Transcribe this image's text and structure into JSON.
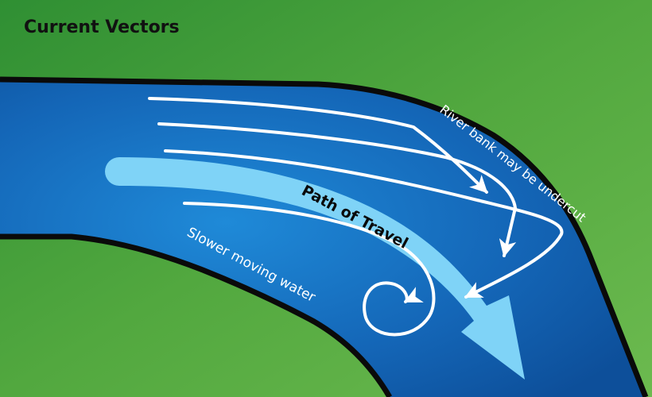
{
  "title": "Current Vectors",
  "labels": {
    "bank": "River bank may be undercut",
    "path": "Path of Travel",
    "slow": "Slower moving water"
  },
  "colors": {
    "land_dark": "#2f8f33",
    "land_light": "#6cba4f",
    "water_dark": "#0d4f9a",
    "water_light": "#1f8ad8",
    "path_arrow": "#7fd3f7",
    "current_arrows": "#ffffff",
    "river_bank": "#0a0a0a"
  }
}
